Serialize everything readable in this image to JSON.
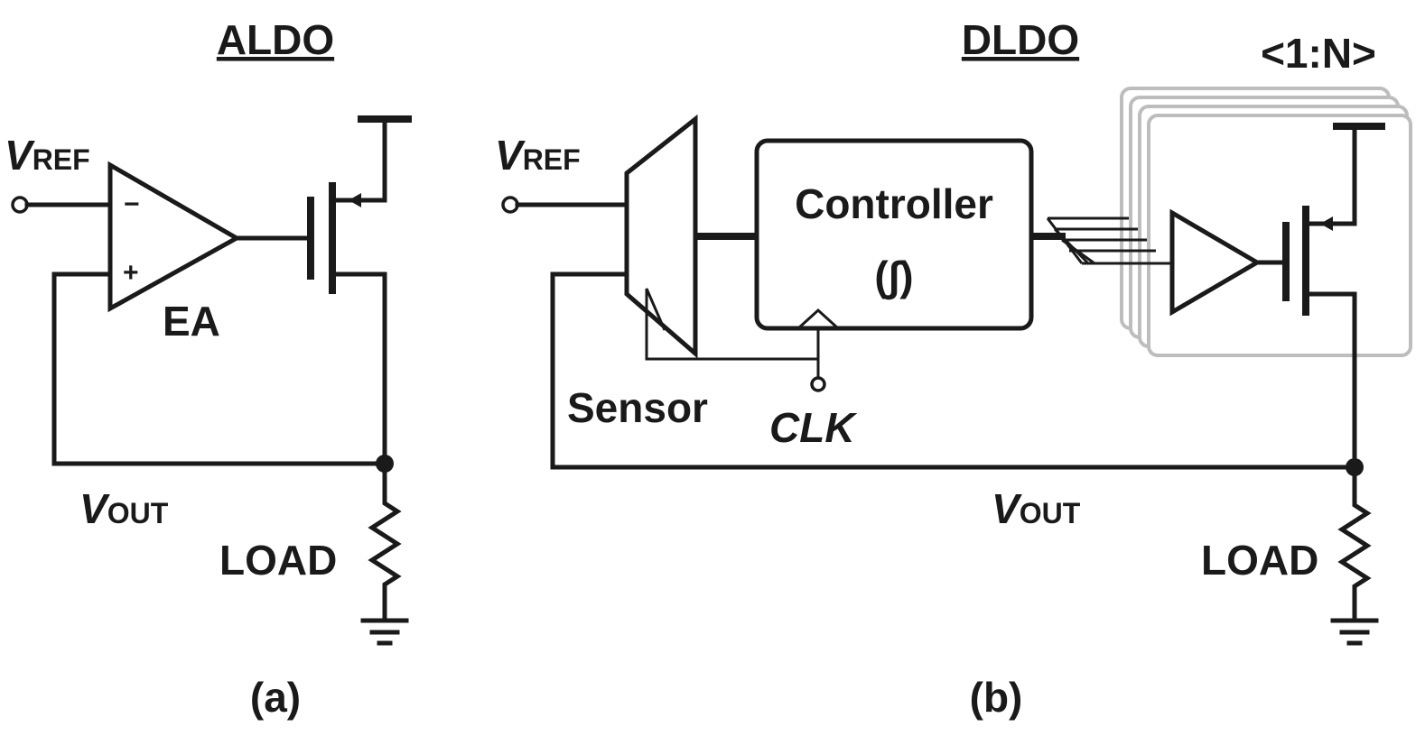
{
  "aldo": {
    "title": "ALDO",
    "vref_v": "V",
    "vref_sub": "REF",
    "minus": "−",
    "plus": "+",
    "amp_label": "EA",
    "vout_v": "V",
    "vout_sub": "OUT",
    "load": "LOAD",
    "caption": "(a)"
  },
  "dldo": {
    "title": "DLDO",
    "array_label": "<1:N>",
    "vref_v": "V",
    "vref_sub": "REF",
    "controller": "Controller",
    "integrator": "(∫)",
    "sensor": "Sensor",
    "clk": "CLK",
    "vout_v": "V",
    "vout_sub": "OUT",
    "load": "LOAD",
    "caption": "(b)"
  }
}
